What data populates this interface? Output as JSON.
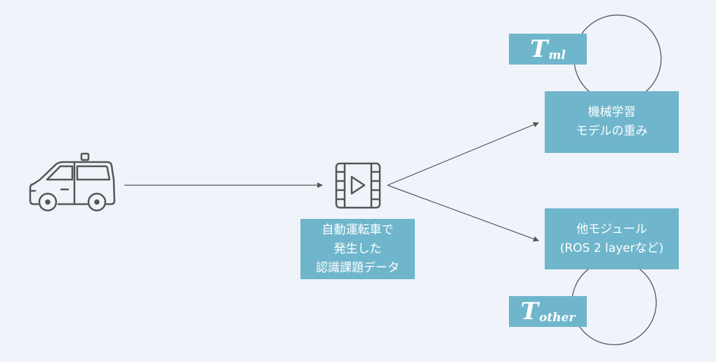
{
  "nodes": {
    "data_box": {
      "lines": [
        "自動運転車で",
        "発生した",
        "認識課題データ"
      ]
    },
    "ml_box": {
      "lines": [
        "機械学習",
        "モデルの重み"
      ]
    },
    "other_box": {
      "lines": [
        "他モジュール",
        "(ROS 2 layerなど)"
      ]
    }
  },
  "labels": {
    "t_ml": {
      "main": "T",
      "sub": "ml"
    },
    "t_other": {
      "main": "T",
      "sub": "other"
    }
  },
  "icons": {
    "vehicle": "car-icon",
    "video": "film-play-icon"
  },
  "colors": {
    "background": "#f0f4fa",
    "box_fill": "#6fb6cc",
    "box_text": "#ffffff",
    "stroke": "#555555"
  }
}
